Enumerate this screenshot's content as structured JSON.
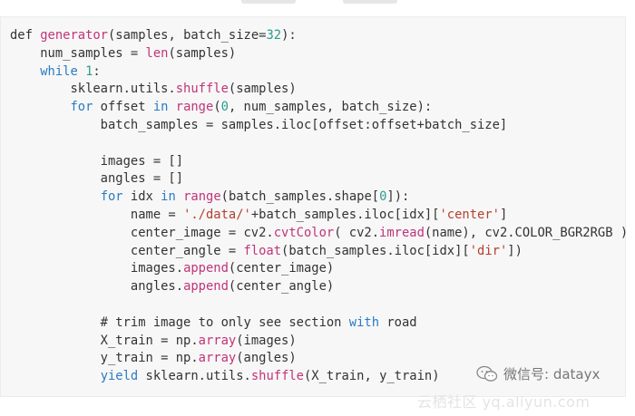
{
  "code_lines": [
    [
      {
        "t": "def ",
        "c": "cm"
      },
      {
        "t": "generator",
        "c": "fn"
      },
      {
        "t": "(samples, batch_size=",
        "c": "cm"
      },
      {
        "t": "32",
        "c": "num"
      },
      {
        "t": "):",
        "c": "cm"
      }
    ],
    [
      {
        "t": "    num_samples = ",
        "c": "cm"
      },
      {
        "t": "len",
        "c": "fn"
      },
      {
        "t": "(samples)",
        "c": "cm"
      }
    ],
    [
      {
        "t": "    ",
        "c": "cm"
      },
      {
        "t": "while",
        "c": "kw"
      },
      {
        "t": " ",
        "c": "cm"
      },
      {
        "t": "1",
        "c": "num"
      },
      {
        "t": ":",
        "c": "cm"
      }
    ],
    [
      {
        "t": "        sklearn.utils.",
        "c": "cm"
      },
      {
        "t": "shuffle",
        "c": "fn"
      },
      {
        "t": "(samples)",
        "c": "cm"
      }
    ],
    [
      {
        "t": "        ",
        "c": "cm"
      },
      {
        "t": "for",
        "c": "kw"
      },
      {
        "t": " offset ",
        "c": "cm"
      },
      {
        "t": "in",
        "c": "kw"
      },
      {
        "t": " ",
        "c": "cm"
      },
      {
        "t": "range",
        "c": "fn"
      },
      {
        "t": "(",
        "c": "cm"
      },
      {
        "t": "0",
        "c": "num"
      },
      {
        "t": ", num_samples, batch_size):",
        "c": "cm"
      }
    ],
    [
      {
        "t": "            batch_samples = samples.iloc[offset:offset+batch_size]",
        "c": "cm"
      }
    ],
    [
      {
        "t": "",
        "c": "cm"
      }
    ],
    [
      {
        "t": "            images = []",
        "c": "cm"
      }
    ],
    [
      {
        "t": "            angles = []",
        "c": "cm"
      }
    ],
    [
      {
        "t": "            ",
        "c": "cm"
      },
      {
        "t": "for",
        "c": "kw"
      },
      {
        "t": " idx ",
        "c": "cm"
      },
      {
        "t": "in",
        "c": "kw"
      },
      {
        "t": " ",
        "c": "cm"
      },
      {
        "t": "range",
        "c": "fn"
      },
      {
        "t": "(batch_samples.shape[",
        "c": "cm"
      },
      {
        "t": "0",
        "c": "num"
      },
      {
        "t": "]):",
        "c": "cm"
      }
    ],
    [
      {
        "t": "                name = ",
        "c": "cm"
      },
      {
        "t": "'./data/'",
        "c": "str"
      },
      {
        "t": "+batch_samples.iloc[idx][",
        "c": "cm"
      },
      {
        "t": "'center'",
        "c": "str"
      },
      {
        "t": "]",
        "c": "cm"
      }
    ],
    [
      {
        "t": "                center_image = cv2.",
        "c": "cm"
      },
      {
        "t": "cvtColor",
        "c": "fn"
      },
      {
        "t": "( cv2.",
        "c": "cm"
      },
      {
        "t": "imread",
        "c": "fn"
      },
      {
        "t": "(name), cv2.COLOR_BGR2RGB )",
        "c": "cm"
      }
    ],
    [
      {
        "t": "                center_angle = ",
        "c": "cm"
      },
      {
        "t": "float",
        "c": "fn"
      },
      {
        "t": "(batch_samples.iloc[idx][",
        "c": "cm"
      },
      {
        "t": "'dir'",
        "c": "str"
      },
      {
        "t": "])",
        "c": "cm"
      }
    ],
    [
      {
        "t": "                images.",
        "c": "cm"
      },
      {
        "t": "append",
        "c": "fn"
      },
      {
        "t": "(center_image)",
        "c": "cm"
      }
    ],
    [
      {
        "t": "                angles.",
        "c": "cm"
      },
      {
        "t": "append",
        "c": "fn"
      },
      {
        "t": "(center_angle)",
        "c": "cm"
      }
    ],
    [
      {
        "t": "",
        "c": "cm"
      }
    ],
    [
      {
        "t": "            # trim image to only see section ",
        "c": "cm"
      },
      {
        "t": "with",
        "c": "kw"
      },
      {
        "t": " road",
        "c": "cm"
      }
    ],
    [
      {
        "t": "            X_train = np.",
        "c": "cm"
      },
      {
        "t": "array",
        "c": "fn"
      },
      {
        "t": "(images)",
        "c": "cm"
      }
    ],
    [
      {
        "t": "            y_train = np.",
        "c": "cm"
      },
      {
        "t": "array",
        "c": "fn"
      },
      {
        "t": "(angles)",
        "c": "cm"
      }
    ],
    [
      {
        "t": "            ",
        "c": "cm"
      },
      {
        "t": "yield",
        "c": "kw"
      },
      {
        "t": " sklearn.utils.",
        "c": "cm"
      },
      {
        "t": "shuffle",
        "c": "fn"
      },
      {
        "t": "(X_train, y_train)",
        "c": "cm"
      }
    ]
  ],
  "watermark": {
    "icon": "wechat-icon",
    "text": "微信号: datayx"
  },
  "watermark_sub": "云栖社区 yq.aliyun.com",
  "colors": {
    "keyword": "#2a7bc4",
    "function": "#c0347a",
    "number": "#2a9d8f",
    "string": "#b3402d",
    "text": "#333333",
    "background": "#f7f7f7"
  }
}
